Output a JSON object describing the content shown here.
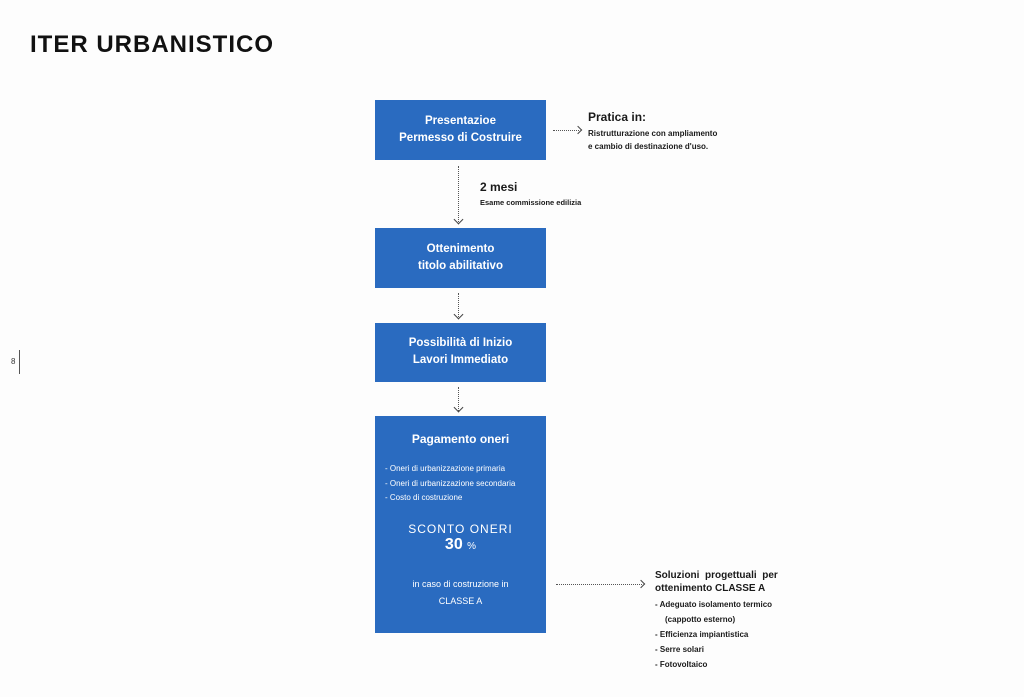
{
  "page": {
    "title": "ITER URBANISTICO",
    "page_number": "8"
  },
  "flow": {
    "step1": {
      "line1": "Presentazioe",
      "line2": "Permesso di Costruire"
    },
    "step2": {
      "line1": "Ottenimento",
      "line2": "titolo abilitativo"
    },
    "step3": {
      "line1": "Possibilità di Inizio",
      "line2": "Lavori Immediato"
    },
    "step4": {
      "title": "Pagamento oneri",
      "items": [
        "- Oneri di urbanizzazione primaria",
        "- Oneri di urbanizzazione secondaria",
        "- Costo di costruzione"
      ],
      "discount_label": "SCONTO ONERI",
      "discount_value": "30",
      "discount_unit": "%",
      "condition_line1": "in caso di costruzione in",
      "condition_line2": "CLASSE A"
    }
  },
  "notes": {
    "pratica": {
      "heading": "Pratica in:",
      "line1": "Ristrutturazione con ampliamento",
      "line2": "e cambio di destinazione d'uso."
    },
    "tempo": {
      "heading": "2 mesi",
      "detail": "Esame commissione edilizia"
    },
    "soluzioni": {
      "heading_line1": "Soluzioni  progettuali  per",
      "heading_line2": "ottenimento CLASSE A",
      "items": [
        "- Adeguato isolamento termico",
        "(cappotto esterno)",
        "- Efficienza impiantistica",
        "- Serre solari",
        "- Fotovoltaico"
      ]
    }
  },
  "colors": {
    "box_blue": "#2a6bc0",
    "text_dark": "#1a1a1a"
  }
}
